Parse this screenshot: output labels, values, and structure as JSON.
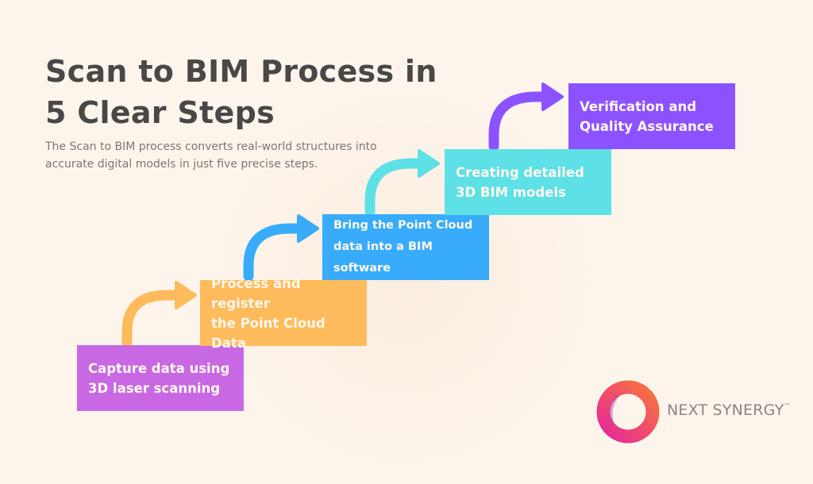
{
  "title_line1": "Scan to BIM Process in",
  "title_line2": "5 Clear Steps",
  "subtitle": "The Scan to BIM process converts real-world structures into accurate digital models in just five precise steps.",
  "steps": [
    {
      "line1": "Capture data using",
      "line2": "3D laser scanning",
      "color": "#c869e3"
    },
    {
      "line1": "Process and register",
      "line2": "the Point Cloud Data",
      "color": "#fdbb5b"
    },
    {
      "line1": "Bring the Point Cloud",
      "line2": "data into a BIM software",
      "color": "#38acfa"
    },
    {
      "line1": "Creating detailed",
      "line2": "3D BIM models",
      "color": "#5de0e6"
    },
    {
      "line1": "Verification and",
      "line2": "Quality Assurance",
      "color": "#8c52ff"
    }
  ],
  "brand": {
    "name": "NEXT SYNERGY",
    "trademark": "™"
  }
}
